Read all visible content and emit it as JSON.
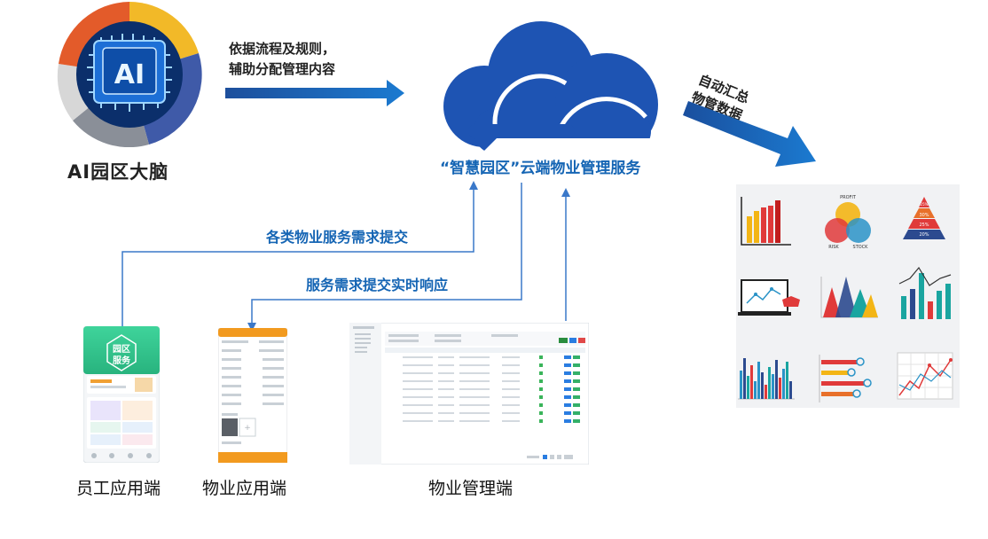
{
  "ai_brain": {
    "title": "AI园区大脑",
    "badge_text": "AI",
    "ring_colors": [
      "#7e8a99",
      "#f2b928",
      "#3f5aa8",
      "#d8d8d8",
      "#e35b2a"
    ]
  },
  "arrow_to_cloud": {
    "text_line1": "依据流程及规则，",
    "text_line2": "辅助分配管理内容",
    "color": "#1565b4"
  },
  "cloud": {
    "title": "“智慧园区”云端物业管理服务",
    "color": "#1e54b3"
  },
  "arrow_to_charts": {
    "text_line1": "自动汇总",
    "text_line2": "物管数据"
  },
  "flows": {
    "request_submit": "各类物业服务需求提交",
    "realtime_response": "服务需求提交实时响应"
  },
  "apps": {
    "staff": {
      "caption": "员工应用端",
      "banner_line1": "园区",
      "banner_line2": "服务",
      "theme": "#2fbf8c"
    },
    "property": {
      "caption": "物业应用端",
      "theme": "#f29a1f"
    },
    "management": {
      "caption": "物业管理端",
      "theme": "#2a7de1"
    }
  },
  "charts_panel": {
    "pie_labels": [
      "PROFIT",
      "RISK",
      "STOCK"
    ],
    "pyramid_labels": [
      "30%",
      "25%",
      "20%",
      "25%"
    ],
    "colors": [
      "#e03a3a",
      "#f3b515",
      "#2a93c7",
      "#1aa5a0",
      "#2c4a8f"
    ]
  }
}
